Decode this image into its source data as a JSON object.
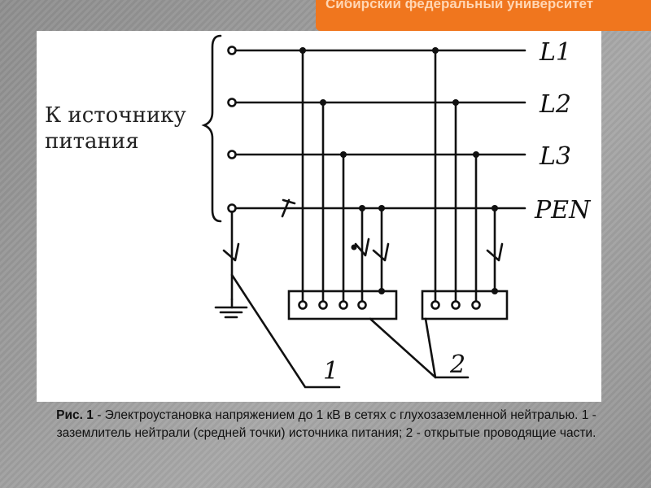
{
  "header": {
    "title": "Сибирский федеральный университет",
    "color": "#f0761e"
  },
  "diagram": {
    "source_label": "К источнику питания",
    "lines": [
      "L1",
      "L2",
      "L3",
      "PEN"
    ],
    "callouts": [
      "1",
      "2"
    ]
  },
  "caption": {
    "label": "Рис. 1",
    "text": " - Электроустановка напряжением до 1 кВ в сетях с глухозаземленной нейтралью. 1 - заземлитель нейтрали (средней точки) источника питания; 2 - открытые проводящие части."
  }
}
